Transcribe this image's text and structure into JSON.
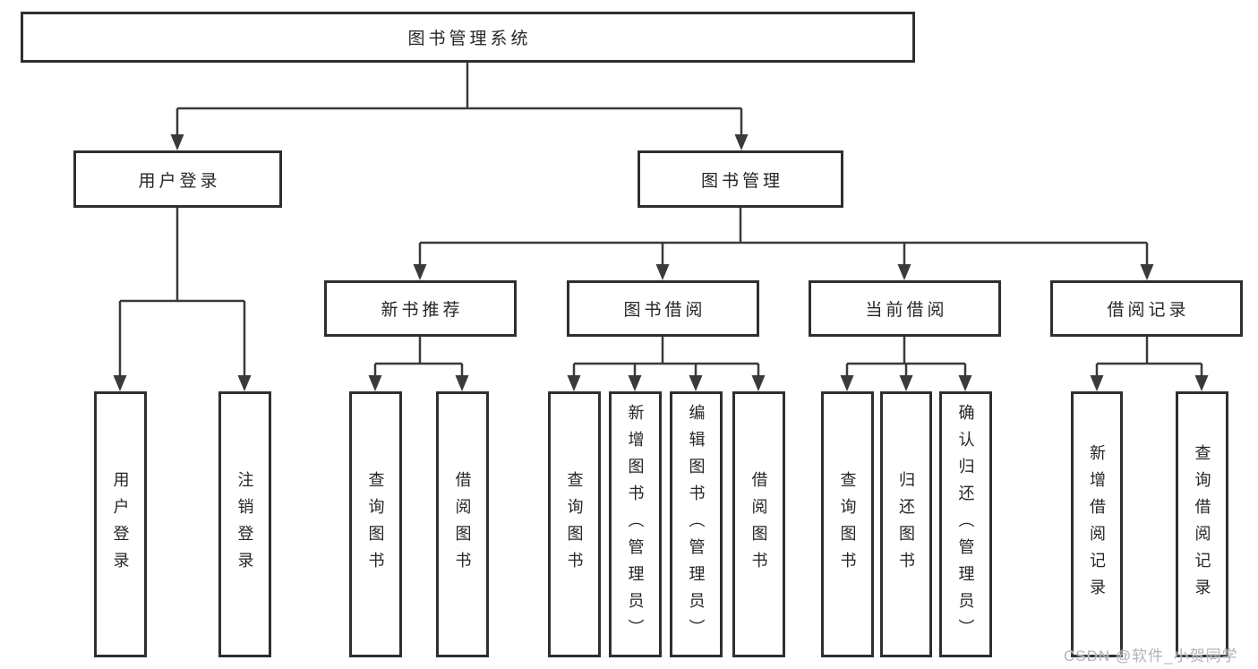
{
  "diagram": {
    "root": {
      "label": "图书管理系统"
    },
    "level2": [
      {
        "label": "用户登录",
        "children": [
          {
            "label": "用户登录"
          },
          {
            "label": "注销登录"
          }
        ]
      },
      {
        "label": "图书管理",
        "children": [
          {
            "label": "新书推荐",
            "children": [
              {
                "label": "查询图书"
              },
              {
                "label": "借阅图书"
              }
            ]
          },
          {
            "label": "图书借阅",
            "children": [
              {
                "label": "查询图书"
              },
              {
                "label": "新增图书（管理员）"
              },
              {
                "label": "编辑图书（管理员）"
              },
              {
                "label": "借阅图书"
              }
            ]
          },
          {
            "label": "当前借阅",
            "children": [
              {
                "label": "查询图书"
              },
              {
                "label": "归还图书"
              },
              {
                "label": "确认归还（管理员）"
              }
            ]
          },
          {
            "label": "借阅记录",
            "children": [
              {
                "label": "新增借阅记录"
              },
              {
                "label": "查询借阅记录"
              }
            ]
          }
        ]
      }
    ]
  },
  "watermark": {
    "text": "CSDN @软件_小贺同学"
  },
  "colors": {
    "line": "#3a3a3a",
    "box_border": "#2f2f2f",
    "text": "#262626",
    "watermark": "#b3b3b3",
    "background": "#ffffff"
  }
}
